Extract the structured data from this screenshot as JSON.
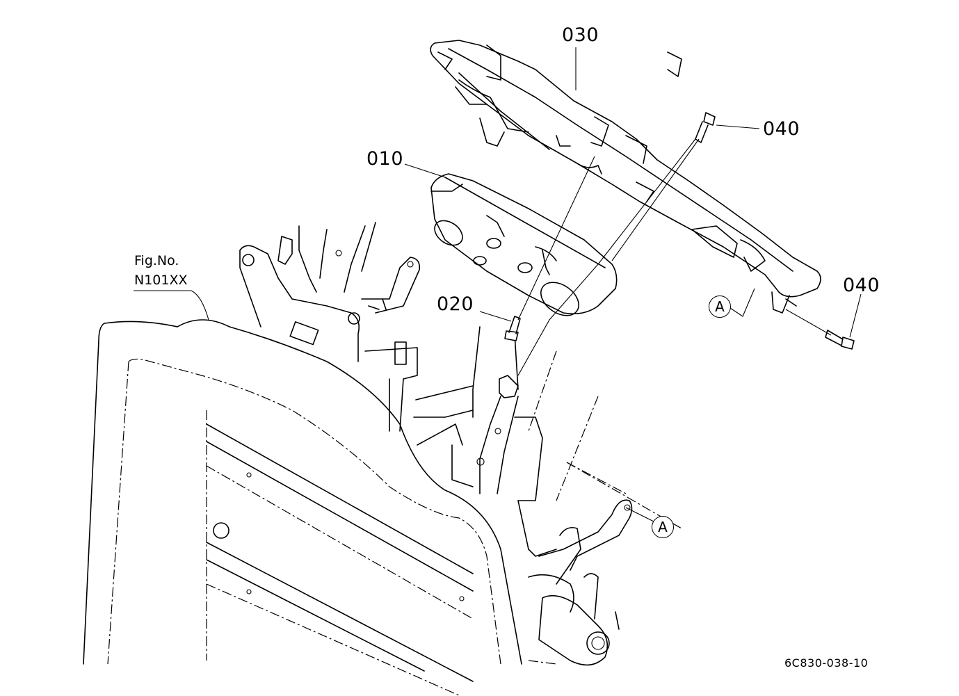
{
  "colors": {
    "line": "#000000",
    "background": "#ffffff"
  },
  "labels": {
    "part_030": "030",
    "part_040_top": "040",
    "part_010": "010",
    "part_020": "020",
    "part_040_right": "040",
    "fig_no": "Fig.No.",
    "fig_ref": "N101XX",
    "callout_a_upper": "A",
    "callout_a_lower": "A"
  },
  "footer": {
    "drawing_code": "6C830-038-10"
  }
}
